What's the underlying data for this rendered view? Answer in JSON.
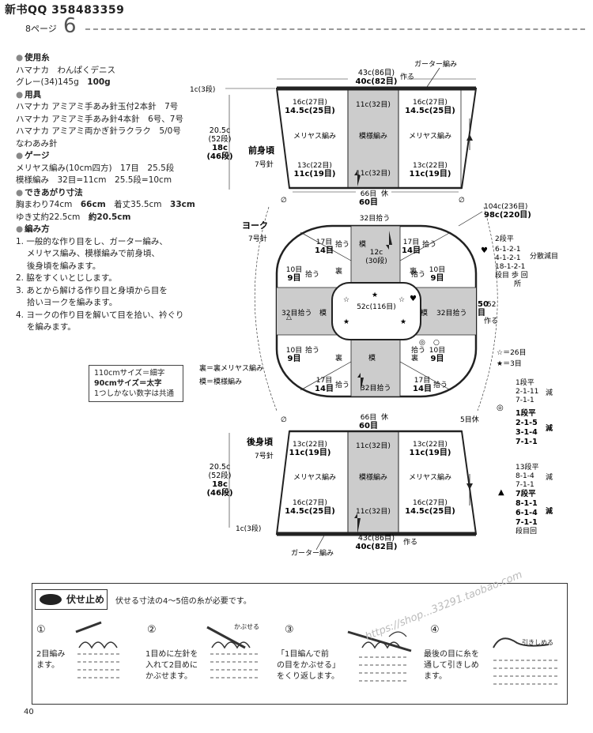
{
  "header": {
    "title": "新书QQ 358483359",
    "page_ref": "8ページ",
    "page_num": "6"
  },
  "materials": {
    "yarn_heading": "使用糸",
    "yarn_brand": "ハマナカ　わんぱくデニス",
    "yarn_color": "グレー(34)145g",
    "yarn_color_b": "100g",
    "tools_heading": "用具",
    "tools": [
      "ハマナカ アミアミ手あみ針玉付2本針　7号",
      "ハマナカ アミアミ手あみ針4本針　6号、7号",
      "ハマナカ アミアミ両かぎ針ラクラク　5/0号",
      "なわあみ針"
    ],
    "gauge_heading": "ゲージ",
    "gauge_1": "メリヤス編み(10cm四方)　17目　25.5段",
    "gauge_2a": "模様編み　32目=11cm　25.5段=10cm",
    "size_heading": "できあがり寸法",
    "size_1": "胸まわり74cm",
    "size_1b": "66cm",
    "size_1c": "着丈35.5cm",
    "size_1d": "33cm",
    "size_2": "ゆき丈約22.5cm",
    "size_2b": "約20.5cm",
    "method_heading": "編み方",
    "steps": [
      "1. 一般的な作り目をし、ガーター編み、",
      "　 メリヤス編み、模様編みで前身頃、",
      "　 後身頃を編みます。",
      "2. 脇をすくいとじします。",
      "3. あとから解ける作り目と身頃から目を",
      "　 拾いヨークを編みます。",
      "4. ヨークの作り目を解いて目を拾い、衿ぐり",
      "　 を編みます。"
    ]
  },
  "size_legend": {
    "line1": "110cmサイズ＝細字",
    "line2": "90cmサイズ＝太字",
    "line3": "1つしかない数字は共通"
  },
  "diagram": {
    "front": {
      "label": "前身頃",
      "needle": "7号針",
      "top_w1": "43c(86目)",
      "top_w2": "40c(82目)",
      "make": "作る",
      "garter": "ガーター編み",
      "edge": "1c(3段)",
      "h1": "20.5c",
      "h2": "(52段)",
      "h3": "18c",
      "h4": "(46段)",
      "col_top1": "16c(27目)",
      "col_top2": "14.5c(25目)",
      "mid_top": "11c(32目)",
      "col_bot1": "13c(22目)",
      "col_bot2": "11c(19目)",
      "meriyasu": "メリヤス編み",
      "pattern": "模様編み",
      "bottom_w1": "66目",
      "bottom_w2": "60目",
      "rest": "休"
    },
    "yoke": {
      "label": "ヨーク",
      "needle": "7号針",
      "pick32": "32目拾う",
      "circ1": "104c(236目)",
      "circ2": "98c(220目)",
      "p17a": "17目",
      "p14a": "14目",
      "pickup": "拾う",
      "ura": "裏",
      "moyo": "模",
      "h12": "12c",
      "h30": "(30段)",
      "p10": "10目",
      "p9": "9目",
      "center": "52c(116目)",
      "side_52": "52",
      "side_50": "50",
      "side_me": "目",
      "make": "作る",
      "legend_ura": "裏＝裏メリヤス編み",
      "legend_moyo": "模＝模様編み"
    },
    "dec_heart": {
      "lines": [
        "2段平",
        "6-1-2-1",
        "4-1-2-1",
        "18-1-2-1",
        "段目 歩 回"
      ],
      "label": "分散減目",
      "place": "所"
    },
    "star_notes": {
      "white": "☆＝26目",
      "black": "★＝3目"
    },
    "dec_circle": {
      "thin": [
        "1段平",
        "2-1-11",
        "7-1-1"
      ],
      "bold": [
        "1段平",
        "2-1-5",
        "3-1-4",
        "7-1-1"
      ],
      "label": "減"
    },
    "dec_triangle": {
      "thin": [
        "13段平",
        "8-1-4",
        "7-1-1"
      ],
      "bold": [
        "7段平",
        "8-1-1",
        "6-1-4",
        "7-1-1"
      ],
      "foot": "段目回",
      "label": "減"
    },
    "back": {
      "label": "後身頃",
      "needle": "7号針",
      "rest5": "5目休",
      "top_w1": "66目",
      "top_w2": "60目",
      "rest": "休",
      "bottom_w1": "43c(86目)",
      "bottom_w2": "40c(82目)",
      "make": "作る",
      "garter": "ガーター編み",
      "edge": "1c(3段)"
    }
  },
  "bind_off": {
    "title": "伏せ止め",
    "desc": "伏せる寸法の4〜5倍の糸が必要です。",
    "steps": [
      {
        "num": "①",
        "text1": "2目編み",
        "text2": "ます。"
      },
      {
        "num": "②",
        "text1": "1目めに左針を",
        "text2": "入れて2目めに",
        "text3": "かぶせます。",
        "tag": "かぶせる"
      },
      {
        "num": "③",
        "text1": "「1目編んで前",
        "text2": "の目をかぶせる」",
        "text3": "をくり返します。"
      },
      {
        "num": "④",
        "text1": "最後の目に糸を",
        "text2": "通して引きしめ",
        "text3": "ます。",
        "tag": "引きしめる"
      }
    ]
  },
  "footer": {
    "page": "40"
  },
  "watermark": "https://shop...33291.taobao.com"
}
